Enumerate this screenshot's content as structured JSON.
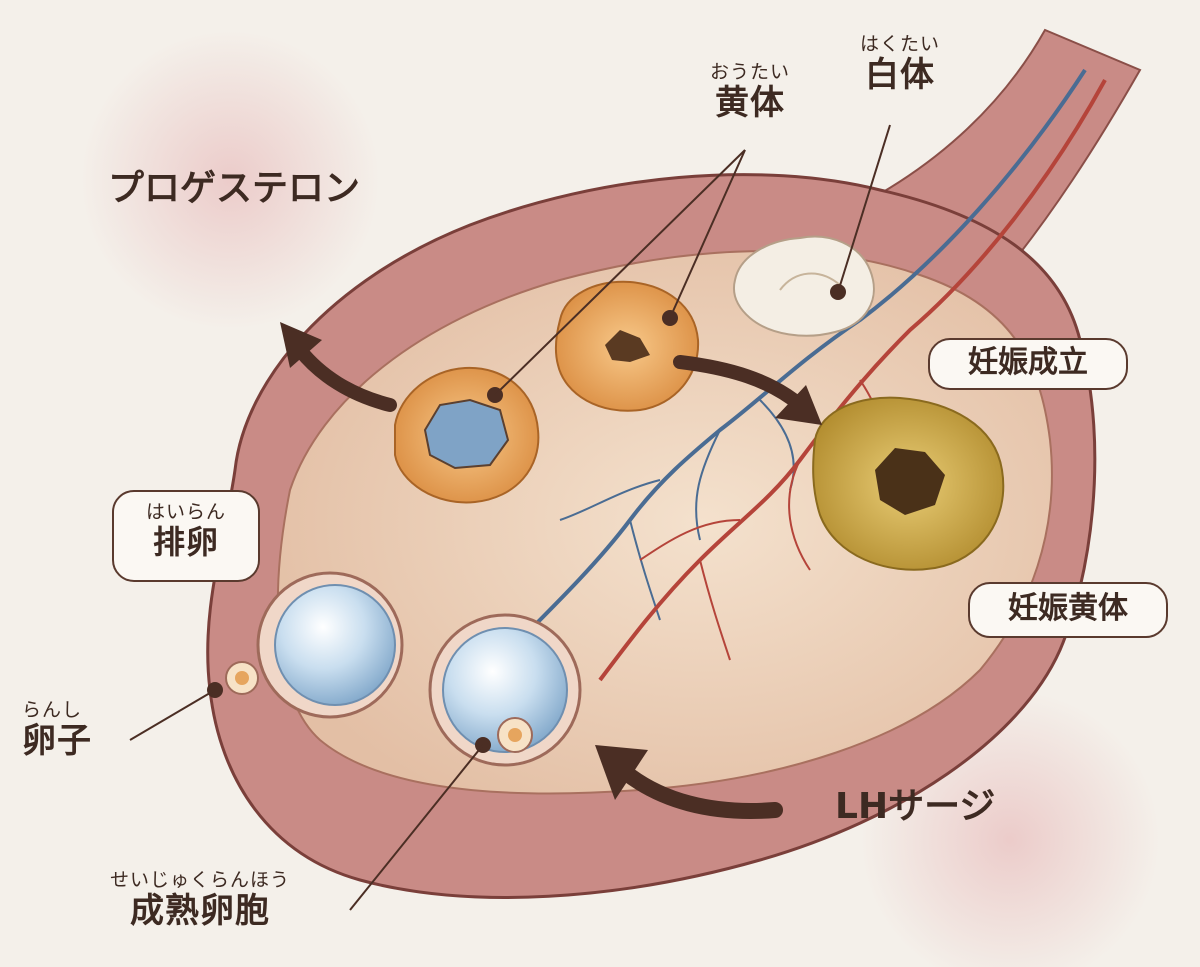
{
  "labels": {
    "progesterone": "プロゲステロン",
    "corpus_luteum": {
      "ruby": "おうたい",
      "text": "黄体"
    },
    "corpus_albicans": {
      "ruby": "はくたい",
      "text": "白体"
    },
    "ovulation": {
      "ruby": "はいらん",
      "text": "排卵"
    },
    "pregnancy": "妊娠成立",
    "pregnancy_corpus_luteum": "妊娠黄体",
    "ovum": {
      "ruby": "らんし",
      "text": "卵子"
    },
    "lh_surge": "LHサージ",
    "mature_follicle": {
      "ruby": "せいじゅくらんほう",
      "text": "成熟卵胞"
    }
  },
  "colors": {
    "background": "#f4f0ea",
    "ovary_outer": "#c98b86",
    "ovary_inner": "#ecd2bd",
    "corpus_luteum": "#e6a55e",
    "corpus_albicans": "#f4eee4",
    "pregnancy_corpus_luteum": "#cfaa47",
    "follicle": "#b8d3e8",
    "vein": "#4a6c93",
    "artery": "#b5443a",
    "arrow": "#4b2e24",
    "text": "#3d2a22"
  }
}
